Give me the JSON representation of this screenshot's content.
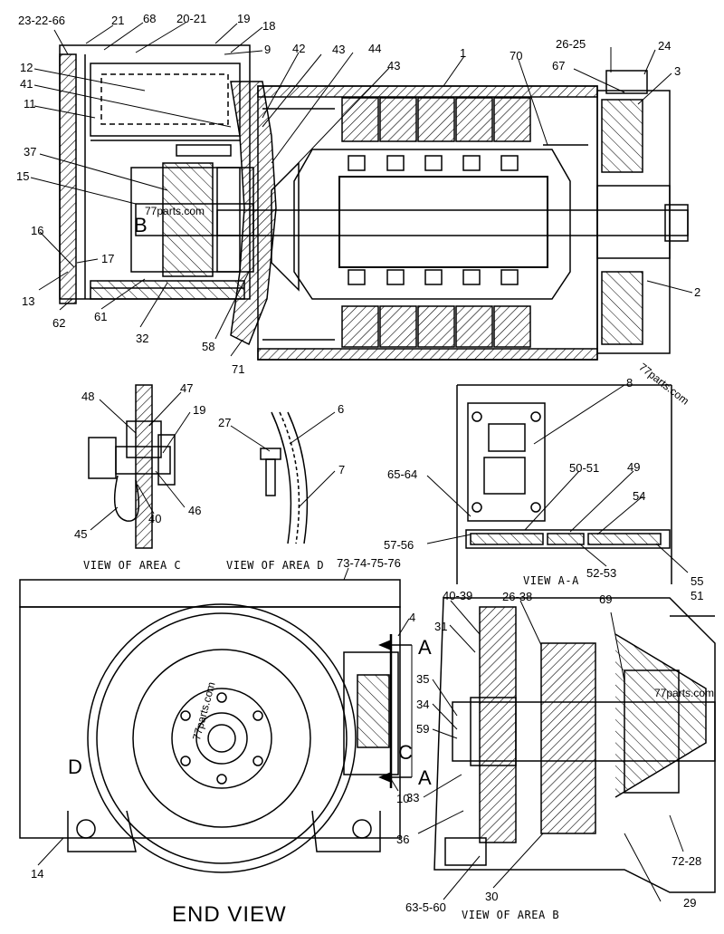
{
  "labels": {
    "l_23_22_66": "23-22-66",
    "l_21": "21",
    "l_68": "68",
    "l_20_21": "20-21",
    "l_19a": "19",
    "l_18": "18",
    "l_9": "9",
    "l_42": "42",
    "l_43a": "43",
    "l_44": "44",
    "l_43b": "43",
    "l_1": "1",
    "l_70": "70",
    "l_26_25": "26-25",
    "l_24": "24",
    "l_67": "67",
    "l_3": "3",
    "l_12": "12",
    "l_41": "41",
    "l_11": "11",
    "l_37": "37",
    "l_15": "15",
    "l_16": "16",
    "l_17": "17",
    "l_13": "13",
    "l_62": "62",
    "l_61": "61",
    "l_32": "32",
    "l_58": "58",
    "l_71": "71",
    "l_2": "2",
    "l_48": "48",
    "l_47": "47",
    "l_19b": "19",
    "l_46": "46",
    "l_45": "45",
    "l_40": "40",
    "l_27": "27",
    "l_6": "6",
    "l_7": "7",
    "l_8": "8",
    "l_65_64": "65-64",
    "l_50_51": "50-51",
    "l_49": "49",
    "l_54": "54",
    "l_57_56": "57-56",
    "l_52_53": "52-53",
    "l_55": "55",
    "l_51": "51",
    "l_73_76": "73-74-75-76",
    "l_4": "4",
    "l_40_39": "40-39",
    "l_26_38": "26-38",
    "l_69": "69",
    "l_31": "31",
    "l_35": "35",
    "l_34": "34",
    "l_59": "59",
    "l_33": "33",
    "l_10": "10",
    "l_36": "36",
    "l_14": "14",
    "l_63_5_60": "63-5-60",
    "l_30": "30",
    "l_72_28": "72-28",
    "l_29": "29",
    "b_marker": "B",
    "d_marker": "D",
    "a_top": "A",
    "a_bottom": "A",
    "c_marker": "C"
  },
  "captions": {
    "area_c": "VIEW OF AREA C",
    "area_d": "VIEW OF AREA D",
    "view_aa": "VIEW A-A",
    "area_b": "VIEW OF AREA B",
    "end_view": "END VIEW"
  },
  "watermarks": {
    "wm1": "77parts.com",
    "wm2": "77parts.com",
    "wm3": "77parts.com",
    "wm4": "77parts.com"
  }
}
